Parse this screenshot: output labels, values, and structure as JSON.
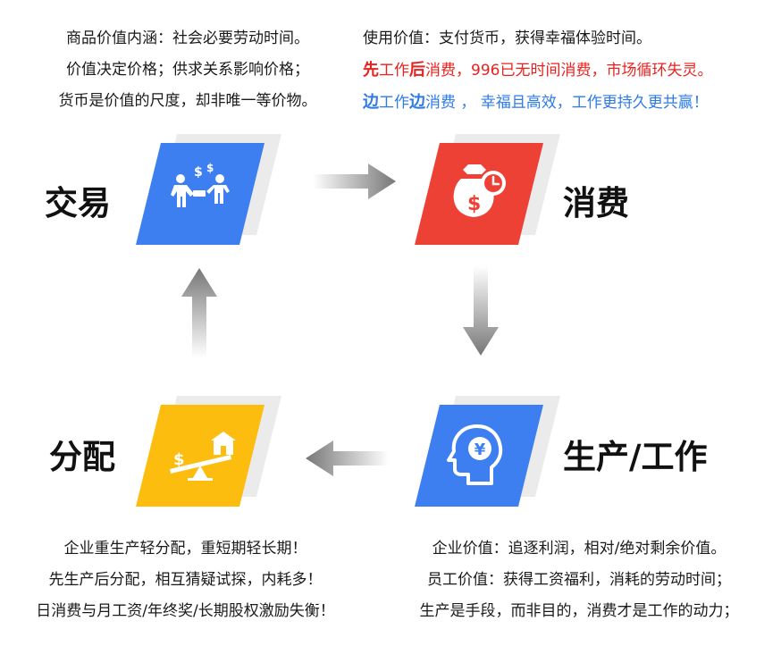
{
  "top_left_lines": [
    "商品价值内涵：社会必要劳动时间。",
    "价值决定价格；供求关系影响价格；",
    "货币是价值的尺度，却非唯一等价物。"
  ],
  "top_right": {
    "line1": "使用价值：支付货币，获得幸福体验时间。",
    "line2": {
      "bold1": "先",
      "text1": "工作",
      "bold2": "后",
      "text2": "消费，996已无时间消费，市场循环失灵。"
    },
    "line3": {
      "bold1": "边",
      "text1": "工作",
      "bold2": "边",
      "text2": "消费 ， 幸福且高效，工作更持久更共赢！"
    }
  },
  "nodes": {
    "trade": {
      "label": "交易",
      "icon": "handshake-money-icon",
      "color": "#3d7ff0"
    },
    "consume": {
      "label": "消费",
      "icon": "money-bag-clock-icon",
      "color": "#ee4136"
    },
    "produce": {
      "label": "生产/工作",
      "icon": "head-yen-icon",
      "color": "#3d7ff0"
    },
    "distribute": {
      "label": "分配",
      "icon": "seesaw-house-money-icon",
      "color": "#fcbd0e"
    }
  },
  "bottom_left_lines": [
    "企业重生产轻分配，重短期轻长期！",
    "先生产后分配，相互猜疑试探，内耗多！",
    "日消费与月工资/年终奖/长期股权激励失衡！"
  ],
  "bottom_right_lines": [
    "企业价值：追逐利润，相对/绝对剩余价值。",
    "员工价值：获得工资福利，消耗的劳动时间；",
    "生产是手段，而非目的，消费才是工作的动力；"
  ]
}
